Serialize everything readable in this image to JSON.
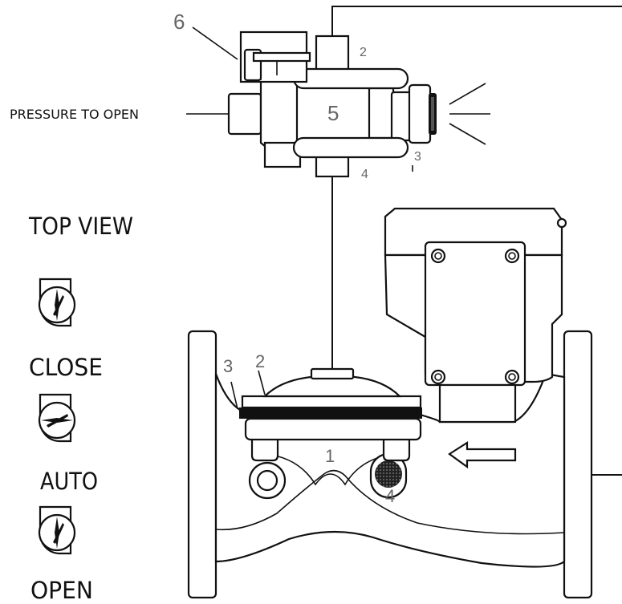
{
  "labels": {
    "pressure_to_open": "PRESSURE TO OPEN",
    "top_view": "TOP VIEW",
    "pos_close": "CLOSE",
    "pos_auto": "AUTO",
    "pos_open": "OPEN"
  },
  "part_numbers": {
    "pilot_body": "5",
    "solenoid": "6",
    "pilot_port_top": "2",
    "pilot_port_exhaust": "3",
    "pilot_port_bottom": "4",
    "valve_seat": "1",
    "valve_port_2": "2",
    "valve_port_3": "3",
    "valve_port_4": "4"
  },
  "colors": {
    "stroke": "#111111",
    "part_label": "#666666",
    "fill": "#ffffff",
    "diaphragm": "#111111"
  },
  "icons": {
    "exhaust": "exhaust-vent-icon",
    "flow": "flow-direction-arrow-icon",
    "filter": "strainer-filter-icon"
  }
}
